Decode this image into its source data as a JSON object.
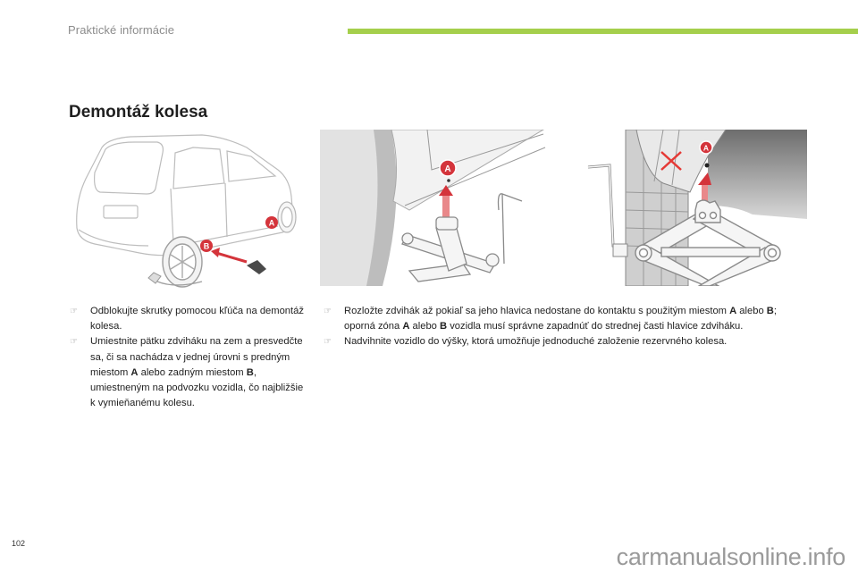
{
  "header": {
    "section_label": "Praktické informácie",
    "accent_color": "#a5cf4c"
  },
  "page": {
    "title": "Demontáž kolesa",
    "number": "102"
  },
  "illustrations": [
    {
      "name": "car-jack-points",
      "markers": [
        "A",
        "B"
      ],
      "marker_color": "#d4343b"
    },
    {
      "name": "jack-under-point-a-side",
      "markers": [
        "A"
      ]
    },
    {
      "name": "jack-under-point-a-closeup",
      "markers": [
        "A"
      ]
    }
  ],
  "instructions_left": [
    {
      "bullet": "pointing-hand-icon",
      "text_parts": [
        "Odblokujte skrutky pomocou kľúča na demontáž kolesa."
      ]
    },
    {
      "bullet": "pointing-hand-icon",
      "text_parts": [
        "Umiestnite pätku zdviháku na zem a presvedčte sa, či sa nachádza v jednej úrovni s predným miestom ",
        "A",
        " alebo zadným miestom ",
        "B",
        ", umiestneným na podvozku vozidla, čo najbližšie k vymieňanému kolesu."
      ]
    }
  ],
  "instructions_right": [
    {
      "bullet": "pointing-hand-icon",
      "text_parts": [
        "Rozložte zdvihák až pokiaľ sa jeho hlavica nedostane do kontaktu s použitým miestom ",
        "A",
        " alebo ",
        "B",
        "; oporná zóna ",
        "A",
        " alebo ",
        "B",
        " vozidla musí správne zapadnúť do strednej časti hlavice zdviháku."
      ]
    },
    {
      "bullet": "pointing-hand-icon",
      "text_parts": [
        "Nadvihnite vozidlo do výšky, ktorá umožňuje jednoduché založenie rezervného kolesa."
      ]
    }
  ],
  "footer": {
    "watermark": "carmanualsonline.info"
  }
}
